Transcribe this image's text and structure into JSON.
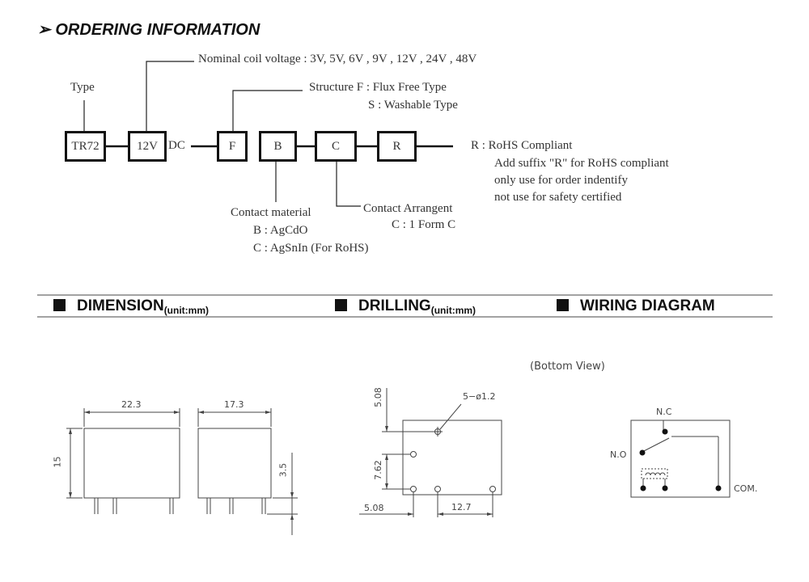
{
  "ordering": {
    "title": "ORDERING INFORMATION",
    "boxes": [
      "TR72",
      "12V",
      "F",
      "B",
      "C",
      "R"
    ],
    "dc": "DC",
    "type_label": "Type",
    "coil_voltage": "Nominal coil voltage : 3V, 5V,  6V , 9V , 12V , 24V , 48V",
    "structure": [
      "Structure  F : Flux Free Type",
      "S : Washable Type"
    ],
    "contact_material": [
      "Contact material",
      "B : AgCdO",
      "C : AgSnIn (For RoHS)"
    ],
    "contact_arrangement": [
      "Contact Arrangent",
      "C : 1 Form C"
    ],
    "rohs": [
      "R :  RoHS Compliant",
      "Add suffix \"R\" for RoHS compliant",
      "only use for order indentify",
      "not use for safety certified"
    ]
  },
  "sections": {
    "dimension": {
      "title": "DIMENSION",
      "unit": "(unit:mm)"
    },
    "drilling": {
      "title": "DRILLING",
      "unit": "(unit:mm)"
    },
    "wiring": {
      "title": "WIRING DIAGRAM"
    }
  },
  "dimension": {
    "width": "22.3",
    "depth": "17.3",
    "height": "15",
    "pin": "3.5"
  },
  "drilling": {
    "top": "5.08",
    "hole": "5−ø1.2",
    "left": "7.62",
    "bottom_left": "5.08",
    "bottom_right": "12.7"
  },
  "wiring": {
    "view": "(Bottom View)",
    "nc": "N.C",
    "no": "N.O",
    "com": "COM."
  }
}
